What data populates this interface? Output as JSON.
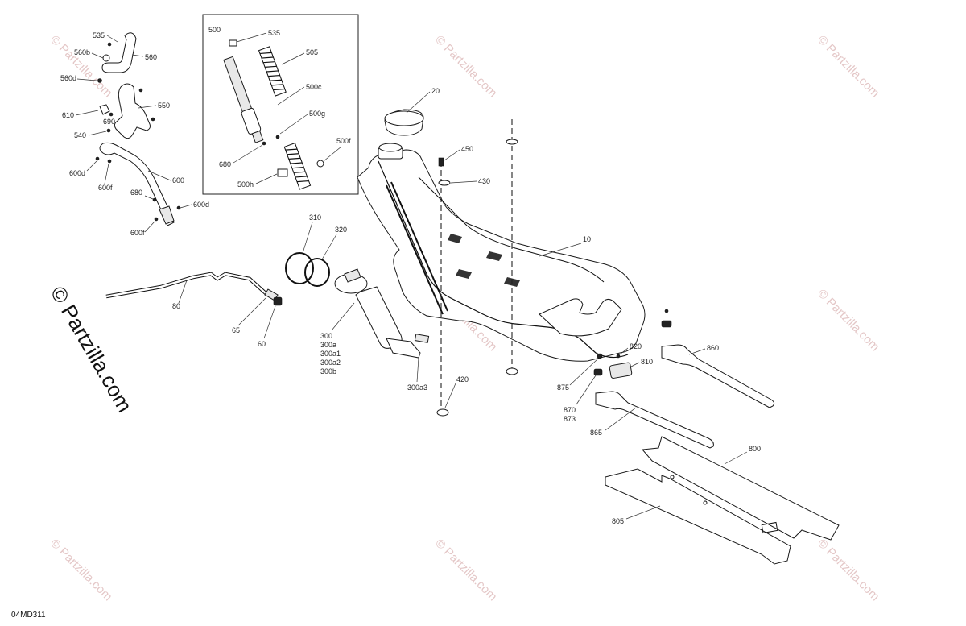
{
  "diagram": {
    "code": "04MD311",
    "watermark_main": "© Partzilla.com",
    "watermark_tile": "© Partzilla.com",
    "inset_title": "500",
    "labels": {
      "l535a": "535",
      "l560": "560",
      "l560b": "560b",
      "l560d": "560d",
      "l550": "550",
      "l610": "610",
      "l690": "690",
      "l540": "540",
      "l600": "600",
      "l600d_a": "600d",
      "l600f_a": "600f",
      "l680_a": "680",
      "l600d_b": "600d",
      "l600f_b": "600f",
      "l535b": "535",
      "l505": "505",
      "l500c": "500c",
      "l500g": "500g",
      "l500f": "500f",
      "l680_b": "680",
      "l500h": "500h",
      "l20": "20",
      "l450": "450",
      "l430": "430",
      "l10": "10",
      "l310": "310",
      "l320": "320",
      "l80": "80",
      "l65": "65",
      "l60": "60",
      "l300": "300",
      "l300a": "300a",
      "l300a1": "300a1",
      "l300a2": "300a2",
      "l300b": "300b",
      "l300a3": "300a3",
      "l420": "420",
      "l875": "875",
      "l820": "820",
      "l810": "810",
      "l870": "870",
      "l873": "873",
      "l865": "865",
      "l860": "860",
      "l800": "800",
      "l805": "805"
    }
  }
}
